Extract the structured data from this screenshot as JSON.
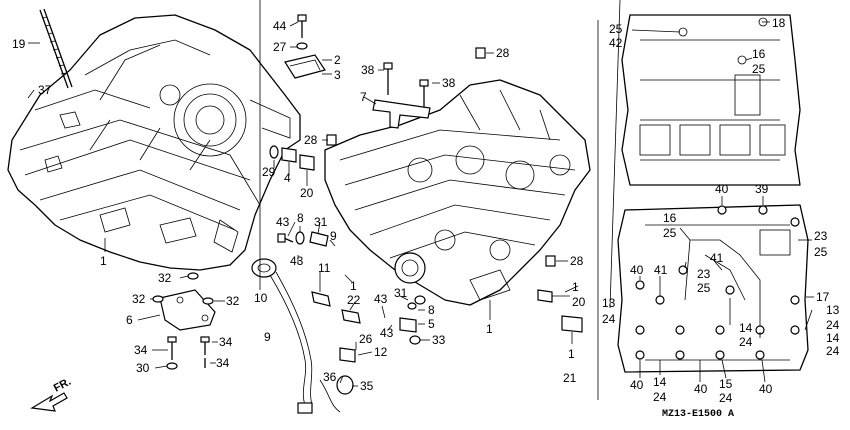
{
  "diagram": {
    "callouts": [
      {
        "id": "c19",
        "text": "19"
      },
      {
        "id": "c37",
        "text": "37"
      },
      {
        "id": "c1a",
        "text": "1"
      },
      {
        "id": "c44",
        "text": "44"
      },
      {
        "id": "c27",
        "text": "27"
      },
      {
        "id": "c2",
        "text": "2"
      },
      {
        "id": "c3",
        "text": "3"
      },
      {
        "id": "c38a",
        "text": "38"
      },
      {
        "id": "c38b",
        "text": "38"
      },
      {
        "id": "c28a",
        "text": "28"
      },
      {
        "id": "c7",
        "text": "7"
      },
      {
        "id": "c28b",
        "text": "28"
      },
      {
        "id": "c29",
        "text": "29"
      },
      {
        "id": "c4",
        "text": "4"
      },
      {
        "id": "c20a",
        "text": "20"
      },
      {
        "id": "c8a",
        "text": "8"
      },
      {
        "id": "c43a",
        "text": "43"
      },
      {
        "id": "c31a",
        "text": "31"
      },
      {
        "id": "c9",
        "text": "9"
      },
      {
        "id": "c43b",
        "text": "43"
      },
      {
        "id": "c11",
        "text": "11"
      },
      {
        "id": "c32a",
        "text": "32"
      },
      {
        "id": "c10",
        "text": "10"
      },
      {
        "id": "c32b",
        "text": "32"
      },
      {
        "id": "c32c",
        "text": "32"
      },
      {
        "id": "c6",
        "text": "6"
      },
      {
        "id": "c34a",
        "text": "34"
      },
      {
        "id": "c34b",
        "text": "34"
      },
      {
        "id": "c34c",
        "text": "34"
      },
      {
        "id": "c30",
        "text": "30"
      },
      {
        "id": "c9b",
        "text": "9"
      },
      {
        "id": "c1b",
        "text": "1"
      },
      {
        "id": "c22",
        "text": "22"
      },
      {
        "id": "c43c",
        "text": "43"
      },
      {
        "id": "c31b",
        "text": "31"
      },
      {
        "id": "c8b",
        "text": "8"
      },
      {
        "id": "c5",
        "text": "5"
      },
      {
        "id": "c43d",
        "text": "43"
      },
      {
        "id": "c33",
        "text": "33"
      },
      {
        "id": "c26",
        "text": "26"
      },
      {
        "id": "c12",
        "text": "12"
      },
      {
        "id": "c36",
        "text": "36"
      },
      {
        "id": "c35",
        "text": "35"
      },
      {
        "id": "c28c",
        "text": "28"
      },
      {
        "id": "c1c",
        "text": "1"
      },
      {
        "id": "c20b",
        "text": "20"
      },
      {
        "id": "c1d",
        "text": "1"
      },
      {
        "id": "c1e",
        "text": "1"
      },
      {
        "id": "c21",
        "text": "21"
      },
      {
        "id": "c25a",
        "text": "25"
      },
      {
        "id": "c42",
        "text": "42"
      },
      {
        "id": "c18",
        "text": "18"
      },
      {
        "id": "c16a",
        "text": "16"
      },
      {
        "id": "c25b",
        "text": "25"
      },
      {
        "id": "c40a",
        "text": "40"
      },
      {
        "id": "c39",
        "text": "39"
      },
      {
        "id": "c16b",
        "text": "16"
      },
      {
        "id": "c25c",
        "text": "25"
      },
      {
        "id": "c23a",
        "text": "23"
      },
      {
        "id": "c25d",
        "text": "25"
      },
      {
        "id": "c41a",
        "text": "41"
      },
      {
        "id": "c40b",
        "text": "40"
      },
      {
        "id": "c41b",
        "text": "41"
      },
      {
        "id": "c23b",
        "text": "23"
      },
      {
        "id": "c25e",
        "text": "25"
      },
      {
        "id": "c13a",
        "text": "13"
      },
      {
        "id": "c24a",
        "text": "24"
      },
      {
        "id": "c17",
        "text": "17"
      },
      {
        "id": "c13b",
        "text": "13"
      },
      {
        "id": "c24b",
        "text": "24"
      },
      {
        "id": "c14a",
        "text": "14"
      },
      {
        "id": "c24c",
        "text": "24"
      },
      {
        "id": "c14b",
        "text": "14"
      },
      {
        "id": "c24d",
        "text": "24"
      },
      {
        "id": "c40c",
        "text": "40"
      },
      {
        "id": "c14c",
        "text": "14"
      },
      {
        "id": "c24e",
        "text": "24"
      },
      {
        "id": "c40d",
        "text": "40"
      },
      {
        "id": "c15",
        "text": "15"
      },
      {
        "id": "c24f",
        "text": "24"
      },
      {
        "id": "c40e",
        "text": "40"
      }
    ],
    "direction_label": "FR.",
    "figure_code": "MZ13-E1500 A"
  }
}
